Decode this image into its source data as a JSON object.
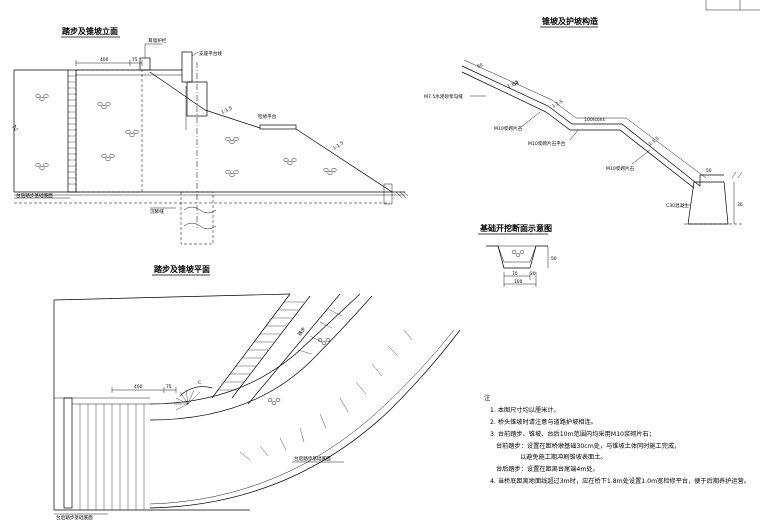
{
  "elevation": {
    "title": "踏步及锥坡立面",
    "labels": {
      "tie_plate": "耳墙护栏",
      "platform_line": "支座平台线",
      "landing": "检修平台",
      "slope1": "1:1.5",
      "slope2": "1:1.5",
      "abut_foot": "台后踏步基础底面",
      "cushion": "沉降缝"
    },
    "dims": {
      "width": "400",
      "offset": "75"
    }
  },
  "detail": {
    "title": "锥坡及护坡构造",
    "labels": {
      "mortar": "M7.5水泥砂浆勾缝",
      "stone1": "M10浆砌片石",
      "stone2": "M10浆砌片石平台",
      "stone3": "M10浆砌片石",
      "concrete": "C30混凝土",
      "slope_a": "1:1.5",
      "slope_b": "1:1.5",
      "slope_c": "1:1.5",
      "platform": "100/cons"
    },
    "dims": {
      "top": "50",
      "side": "30",
      "dim_a": "50",
      "dim_b": "50"
    }
  },
  "foundation": {
    "title": "基础开挖断面示意图",
    "dims": {
      "d1": "70",
      "d2": "30",
      "total": "100",
      "depth": "50"
    }
  },
  "plan": {
    "title": "踏步及锥坡平面",
    "labels": {
      "stair": "踏步",
      "abut_foot": "台后踏步基础底面",
      "abut_label": "台后踏步基础底面",
      "radius": "C"
    },
    "dims": {
      "width": "400",
      "offset": "75"
    }
  },
  "notes": {
    "heading": "注",
    "items": [
      "1. 本图尺寸均以厘米计。",
      "2. 桥头锥坡时请注意与道路护坡相连。",
      "3. 台前踏步、锥坡、台后10m范围内均采用M10浆砌片石；",
      "   台前踏步：设置在距桥墩基础30cm处，与锥坡土体同时施工完成，",
      "            以避免施工期冲刷锥坡表面土。",
      "   台后踏步：设置在距离台尾端4m处。",
      "4. 当桥底距离地面线超过3m时，应在桥下1.8m处设置1.0m宽检修平台，便于后期养护运营。"
    ]
  }
}
